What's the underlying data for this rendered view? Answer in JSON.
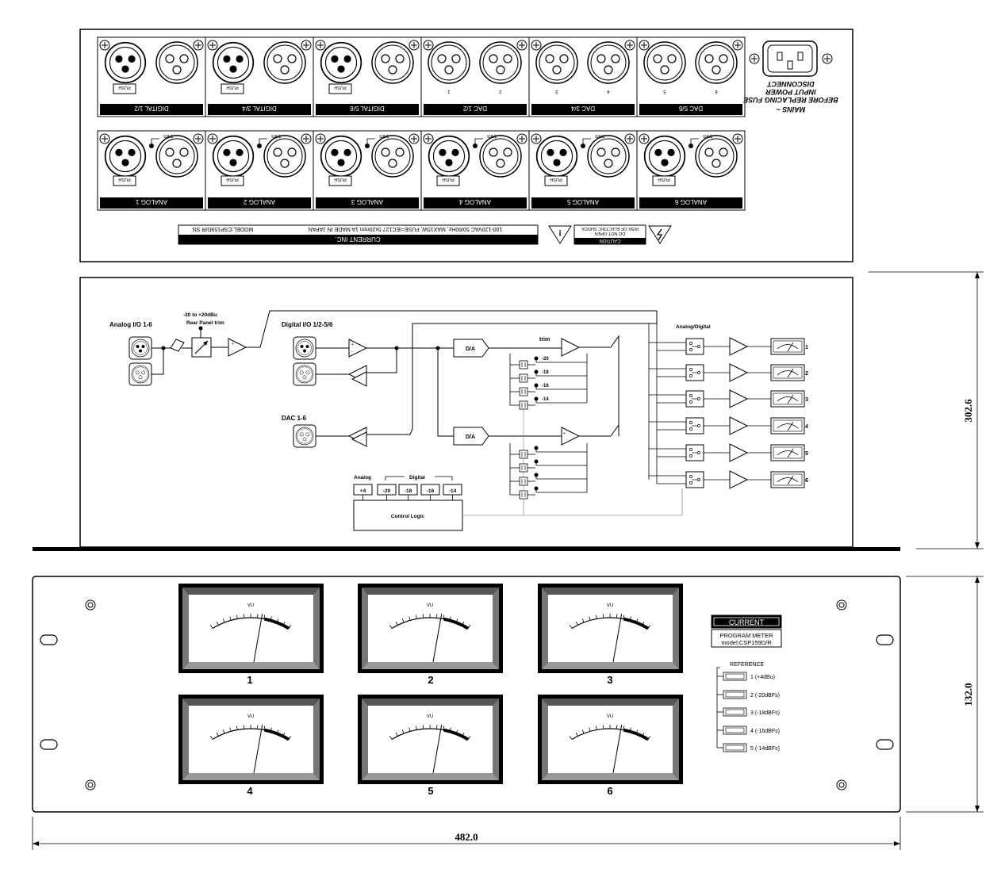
{
  "rear_panel": {
    "digital_labels": [
      "DIGITAL 1/2",
      "DIGITAL 3/4",
      "DIGITAL 5/6",
      "DAC 1/2",
      "DAC 3/4",
      "DAC 5/6"
    ],
    "analog_labels": [
      "ANALOG 1",
      "ANALOG 2",
      "ANALOG 3",
      "ANALOG 4",
      "ANALOG 5",
      "ANALOG 6"
    ],
    "push_label": "PUSH",
    "trim_label": "trim",
    "dac_numbers": [
      "1",
      "2",
      "3",
      "4",
      "5",
      "6"
    ],
    "fuse_warning": [
      "DISCONNECT",
      "INPUT POWER",
      "BEFORE REPLACING FUSE"
    ],
    "mains_label": "MAINS ~",
    "company": "CURRENT INC.",
    "model_line": "MODEL:CSP159D/R SN",
    "spec_line": "100-120VAC 50/60Hz, MAX15W, FUSE=IEC127 5x20mm 1A  MADE IN JAPAN",
    "caution_title": "CAUTION",
    "caution_lines": [
      "RISK OF ELECTRIC SHOCK",
      "DO NOT OPEN"
    ]
  },
  "block_diagram": {
    "analog_io": "Analog I/O 1-6",
    "trim_range": "-20 to +20dBu",
    "rear_trim": "Rear Panel trim",
    "digital_io": "Digital I/O 1/2-5/6",
    "dac_io": "DAC 1-6",
    "da": "D/A",
    "trim": "trim",
    "trim_levels": [
      "-20",
      "-18",
      "-16",
      "-14"
    ],
    "analog_digital": "Analog/Digital",
    "channels": [
      "1",
      "2",
      "3",
      "4",
      "5",
      "6"
    ],
    "analog": "Analog",
    "digital": "Digital",
    "buttons": [
      "+4",
      "-20",
      "-18",
      "-16",
      "-14"
    ],
    "control_logic": "Control Logic"
  },
  "front_panel": {
    "meter_numbers": [
      "1",
      "2",
      "3",
      "4",
      "5",
      "6"
    ],
    "vu": "VU",
    "brand": "CURRENT",
    "model_title": "PROGRAM METER",
    "model_name": "model:CSP159D/R",
    "reference_title": "REFERENCE",
    "reference_items": [
      "1 (+4dBu)",
      "2 (-20dBFs)",
      "3 (-18dBFs)",
      "4 (-16dBFs)",
      "5 (-14dBFs)"
    ]
  },
  "dimensions": {
    "height_upper": "302.6",
    "height_lower": "132.0",
    "width": "482.0"
  }
}
